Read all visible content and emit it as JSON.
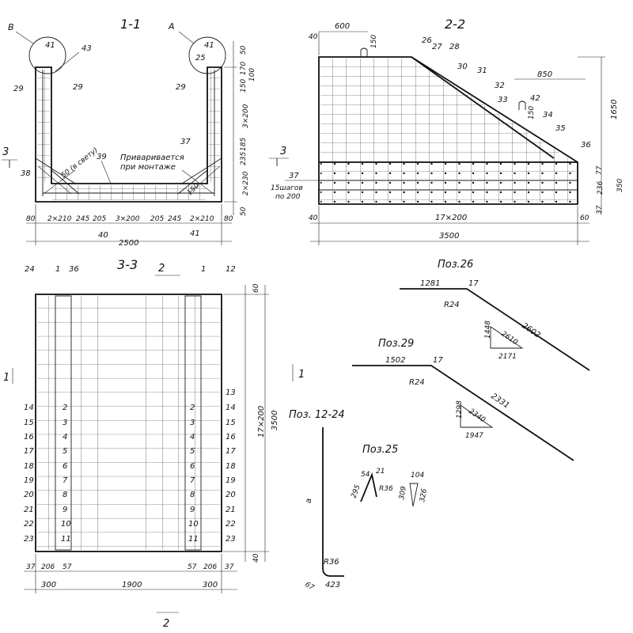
{
  "sections": {
    "s11": {
      "title": "1-1",
      "callouts": [
        "В",
        "А"
      ],
      "positions": [
        "41",
        "43",
        "29",
        "29",
        "41",
        "25",
        "29",
        "38",
        "39",
        "37",
        "40",
        "41"
      ],
      "dims_right": [
        "50",
        "170",
        "100",
        "150",
        "3×200",
        "185",
        "235",
        "2×230",
        "50"
      ],
      "dims_bottom": [
        "80",
        "2×210",
        "245",
        "205",
        "3×200",
        "205",
        "245",
        "2×210",
        "80"
      ],
      "total": "2500",
      "note_clear": "50 (в свету)",
      "note_weld_1": "Приваривается",
      "note_weld_2": "при монтаже",
      "dim_diag": "150",
      "cut_mark": "3"
    },
    "s22": {
      "title": "2-2",
      "dims_top": [
        "40",
        "600",
        "150",
        "850",
        "150"
      ],
      "positions": [
        "26",
        "27",
        "28",
        "30",
        "31",
        "32",
        "33",
        "42",
        "34",
        "35",
        "36",
        "37"
      ],
      "dims_right": [
        "1650",
        "77",
        "236",
        "350",
        "37"
      ],
      "dims_bottom": [
        "40",
        "17×200",
        "60"
      ],
      "total": "3500",
      "note_steps_1": "15шагов",
      "note_steps_2": "по 200",
      "cut_mark": "3"
    },
    "s33": {
      "title": "3-3",
      "top_labels": [
        "24",
        "1",
        "36",
        "1",
        "12"
      ],
      "left_labels": [
        "14",
        "15",
        "16",
        "17",
        "18",
        "19",
        "20",
        "21",
        "22",
        "23"
      ],
      "right_labels": [
        "13",
        "14",
        "15",
        "16",
        "17",
        "18",
        "19",
        "20",
        "21",
        "22",
        "23"
      ],
      "inner_labels": [
        "2",
        "3",
        "4",
        "5",
        "6",
        "7",
        "8",
        "9",
        "10",
        "11"
      ],
      "dims_right": [
        "60",
        "17×200",
        "3500",
        "40"
      ],
      "dims_bottom_a": [
        "37",
        "206",
        "57",
        "57",
        "206",
        "37"
      ],
      "dims_bottom_b": [
        "300",
        "1900",
        "300"
      ],
      "cut_marks": [
        "2",
        "1",
        "1",
        "2"
      ]
    }
  },
  "details": {
    "poz26": {
      "title": "Поз.26",
      "len_a": "1281",
      "bend": "17",
      "radius": "R24",
      "len_b": "2602",
      "tri_a": "1448",
      "tri_b": "2610",
      "tri_c": "2171"
    },
    "poz29": {
      "title": "Поз.29",
      "len_a": "1502",
      "bend": "17",
      "radius": "R24",
      "len_b": "2331",
      "tri_a": "1298",
      "tri_b": "2340",
      "tri_c": "1947"
    },
    "poz1224": {
      "title": "Поз. 12-24",
      "side": "a",
      "radius": "R36",
      "foot": "67",
      "len": "423"
    },
    "poz25": {
      "title": "Поз.25",
      "a": "54",
      "b": "21",
      "c": "295",
      "radius": "R36",
      "d": "309",
      "e": "104",
      "f": "326"
    }
  }
}
